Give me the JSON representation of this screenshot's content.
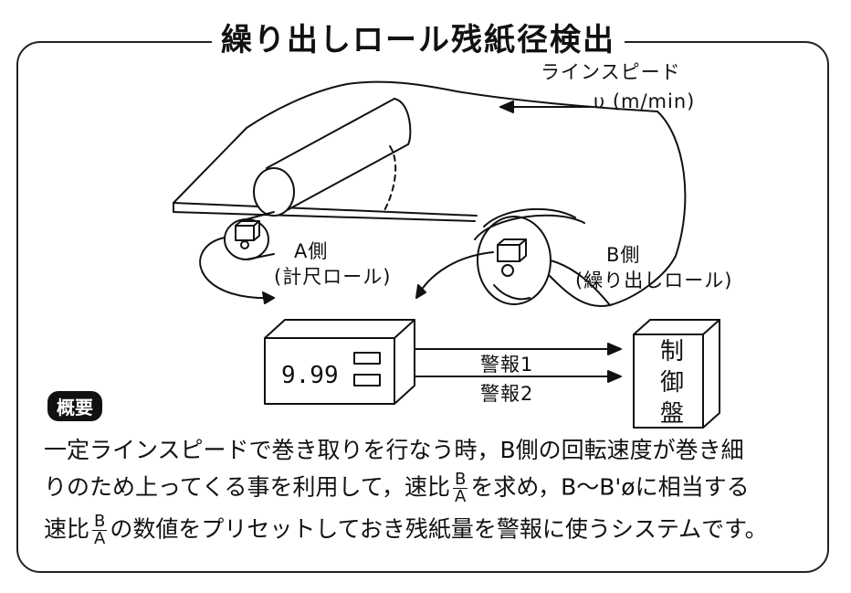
{
  "title": "繰り出しロール残紙径検出",
  "line_speed": {
    "label": "ラインスピード",
    "unit": "υ (m/min)"
  },
  "side_a": {
    "name": "A側",
    "sub": "(計尺ロール)"
  },
  "side_b": {
    "name": "B側",
    "sub": "(繰り出しロール)"
  },
  "counter": {
    "display_value": "9.99"
  },
  "alarms": [
    "警報1",
    "警報2"
  ],
  "controller": {
    "label_lines": [
      "制",
      "御",
      "盤"
    ]
  },
  "summary": {
    "tag": "概要",
    "line1": "一定ラインスピードで巻き取りを行なう時，B側の回転速度が巻き細",
    "line2_a": "りのため上ってくる事を利用して，速比",
    "line2_b": "を求め，B～B'øに相当する",
    "line3_a": "速比",
    "line3_b": "の数値をプリセットしておき残紙量を警報に使うシステムです。",
    "ratio_numerator": "B",
    "ratio_denominator": "A"
  },
  "colors": {
    "ink": "#111111",
    "background": "#ffffff"
  }
}
